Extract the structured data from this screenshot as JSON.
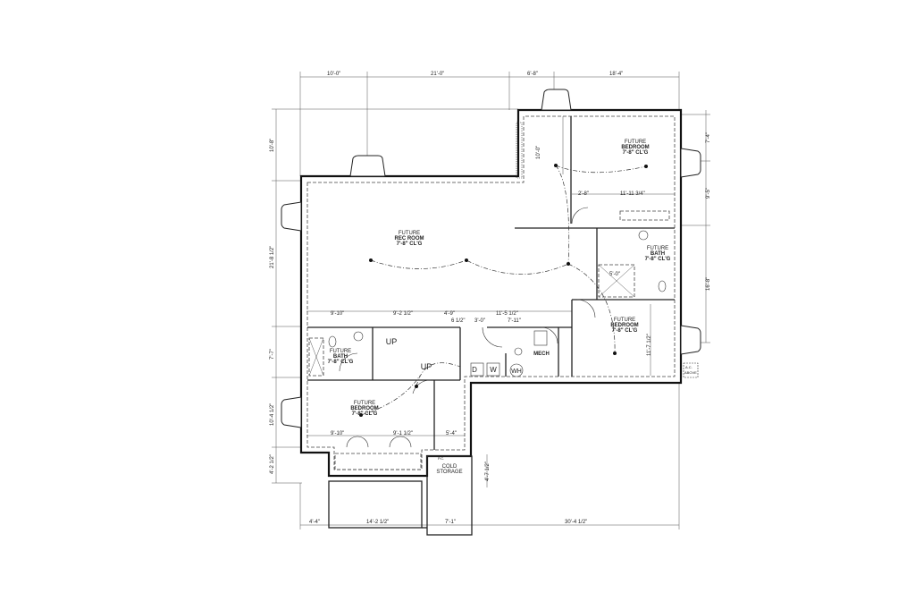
{
  "plan": {
    "rooms": {
      "rec_room": {
        "line1": "FUTURE",
        "line2": "REC ROOM",
        "line3": "7'-8\" CL'G"
      },
      "bedroom_ne": {
        "line1": "FUTURE",
        "line2": "BEDROOM",
        "line3": "7'-8\" CL'G"
      },
      "bath_e": {
        "line1": "FUTURE",
        "line2": "BATH",
        "line3": "7'-8\" CL'G"
      },
      "bedroom_e": {
        "line1": "FUTURE",
        "line2": "BEDROOM",
        "line3": "7'-8\" CL'G"
      },
      "bath_w": {
        "line1": "FUTURE",
        "line2": "BATH",
        "line3": "7'-8\" CL'G"
      },
      "bedroom_sw": {
        "line1": "FUTURE",
        "line2": "BEDROOM",
        "line3": "7'-8\" CL'G"
      },
      "mech": "MECH",
      "cold_storage": {
        "line1": "COLD",
        "line2": "STORAGE"
      }
    },
    "fixtures": {
      "stair_up_1": "UP",
      "stair_up_2": "UP",
      "dryer": "D",
      "washer": "W",
      "water_heater": "WH",
      "ac": {
        "line1": "A.C.",
        "line2": "ABOVE"
      },
      "pc": "P.C."
    },
    "dims_top": [
      "10'-0\"",
      "21'-0\"",
      "6'-8\"",
      "18'-4\""
    ],
    "dims_left": [
      "10'-8\"",
      "21'-8 1/2\"",
      "7'-7\"",
      "10'-4 1/2\"",
      "4'-2 1/2\""
    ],
    "dims_right": [
      "7'-4\"",
      "9'-5\"",
      "16'-8\""
    ],
    "dims_bottom": [
      "4'-4\"",
      "14'-2 1/2\"",
      "7'-1\"",
      "30'-4 1/2\""
    ],
    "dims_interior": [
      "9'-10\"",
      "9'-2 1/2\"",
      "4'-9\"",
      "11'-5 1/2\"",
      "6 1/2\"",
      "3'-0\"",
      "7'-11\"",
      "10'-0\"",
      "2'-8\"",
      "11'-11 3/4\"",
      "5'-0\"",
      "11'-7 1/2\"",
      "9'-10\"",
      "9'-1 1/2\"",
      "5'-4\"",
      "4'-7 1/2\""
    ]
  }
}
